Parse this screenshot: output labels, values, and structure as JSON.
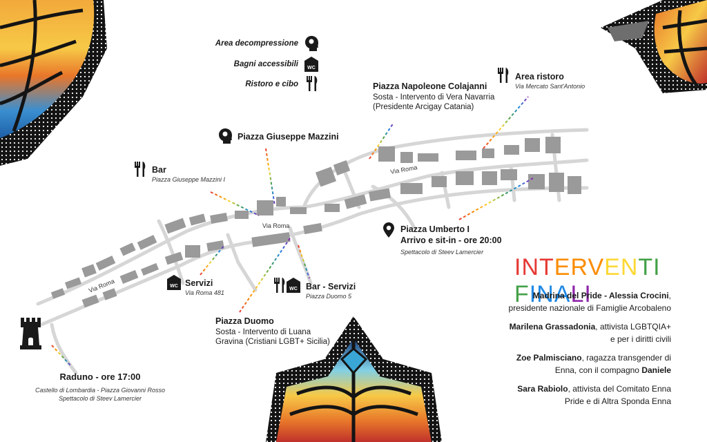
{
  "legend": [
    {
      "label": "Area decompressione",
      "icon": "head-icon"
    },
    {
      "label": "Bagni accessibili",
      "icon": "wc-icon"
    },
    {
      "label": "Ristoro e cibo",
      "icon": "fork-knife-icon"
    }
  ],
  "streets": [
    "Via Roma",
    "Via Roma",
    "Via Roma"
  ],
  "stops": {
    "colajanni": {
      "title": "Piazza Napoleone Colajanni",
      "line1": "Sosta - Intervento di Vera Navarria",
      "line2": "(Presidente Arcigay Catania)"
    },
    "ristoro": {
      "title": "Area ristoro",
      "sub": "Via Mercato Sant'Antonio"
    },
    "mazzini": {
      "title": "Piazza Giuseppe Mazzini"
    },
    "bar": {
      "title": "Bar",
      "sub": "Piazza Giuseppe Mazzini I"
    },
    "umberto": {
      "title": "Piazza Umberto I",
      "line1": "Arrivo e sit-in - ore 20:00",
      "sub": "Spettacolo di Steev Lamercier"
    },
    "servizi": {
      "title": "Servizi",
      "sub": "Via Roma 481"
    },
    "barservizi": {
      "title": "Bar - Servizi",
      "sub": "Piazza Duomo 5"
    },
    "duomo": {
      "title": "Piazza Duomo",
      "line1": "Sosta - Intervento di Luana",
      "line2": "Gravina (Cristiani LGBT+ Sicilia)"
    },
    "raduno": {
      "title": "Raduno - ore 17:00",
      "sub1": "Castello di Lombardia - Piazza Giovanni Rosso",
      "sub2": "Spettacolo di Steev Lamercier"
    }
  },
  "interventi": {
    "title": "INTERVENTI FINALI",
    "items": [
      {
        "bold": "Madrina del Pride - Alessia Crocini",
        "rest": ",",
        "line2": "presidente nazionale di Famiglie Arcobaleno"
      },
      {
        "bold": "Marilena Grassadonia",
        "rest": ",  attivista LGBTQIA+",
        "line2": "e per i diritti civili"
      },
      {
        "bold": "Zoe Palmisciano",
        "rest": ", ragazza transgender di",
        "line2pre": "Enna, con il compagno ",
        "line2bold": "Daniele"
      },
      {
        "bold": "Sara Rabiolo",
        "rest": ", attivista del Comitato Enna",
        "line2": "Pride e di Altra Sponda Enna"
      }
    ]
  },
  "colors": {
    "rainbow": [
      "#e53935",
      "#fb8c00",
      "#fdd835",
      "#43a047",
      "#1e88e5",
      "#8e24aa"
    ],
    "buildings": "#9a9a9a",
    "streets": "#d6d6d6"
  }
}
